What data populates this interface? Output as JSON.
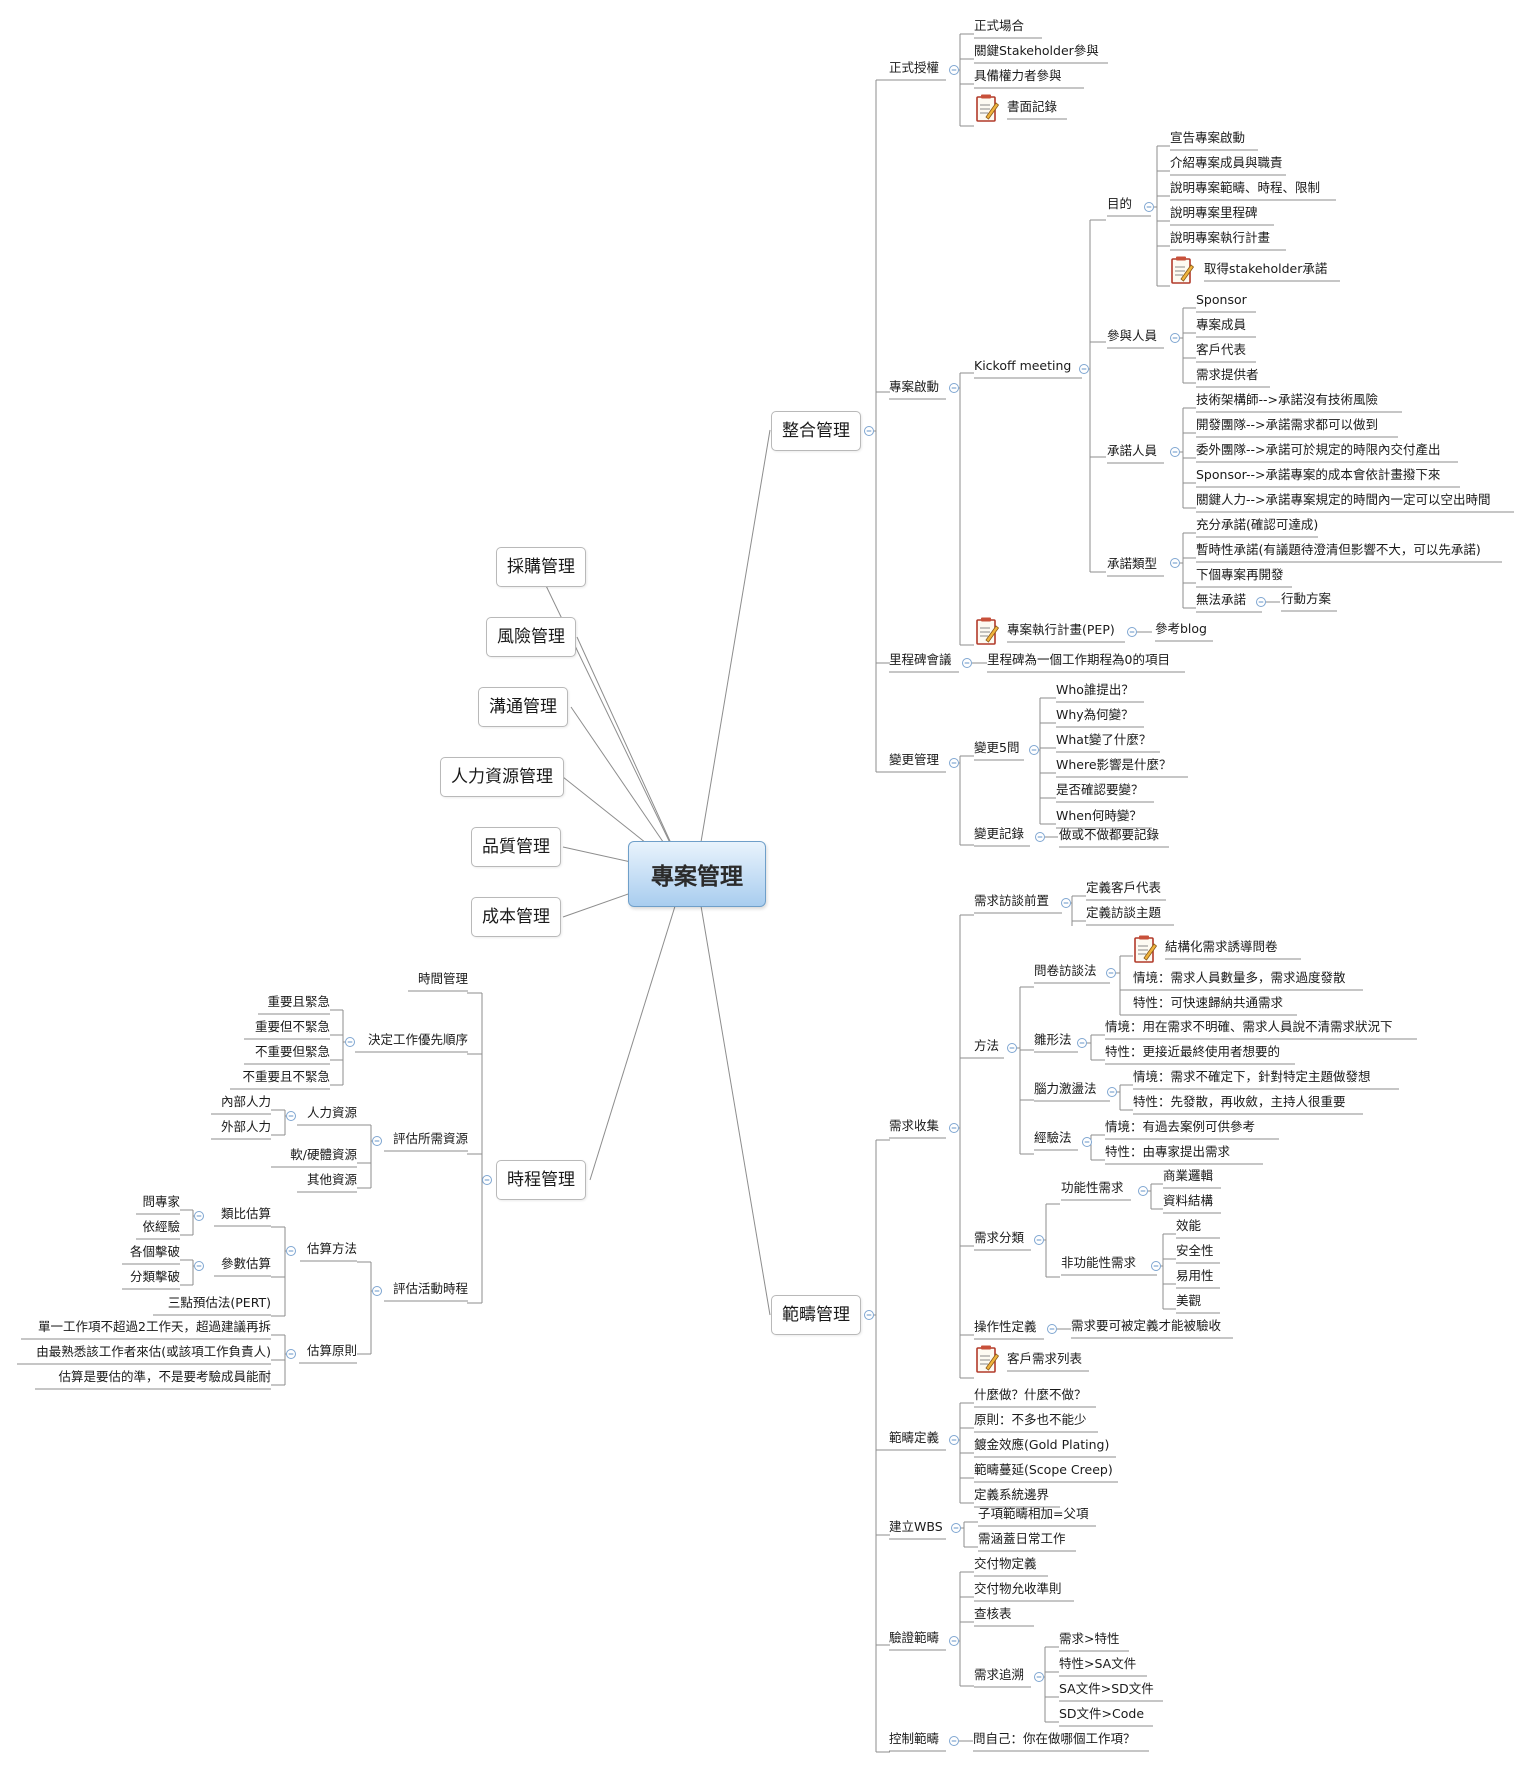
{
  "root": {
    "label": "專案管理"
  },
  "left_branches": [
    {
      "id": "procurement",
      "label": "採購管理"
    },
    {
      "id": "risk",
      "label": "風險管理"
    },
    {
      "id": "communication",
      "label": "溝通管理"
    },
    {
      "id": "hr",
      "label": "人力資源管理"
    },
    {
      "id": "quality",
      "label": "品質管理"
    },
    {
      "id": "cost",
      "label": "成本管理"
    },
    {
      "id": "schedule",
      "label": "時程管理"
    }
  ],
  "integration": {
    "label": "整合管理",
    "formal_auth": {
      "label": "正式授權",
      "items": [
        "正式場合",
        "關鍵Stakeholder參與",
        "具備權力者參與",
        "書面記錄"
      ]
    },
    "kickoff": {
      "label": "專案啟動",
      "meeting": "Kickoff meeting",
      "purpose": {
        "label": "目的",
        "items": [
          "宣告專案啟動",
          "介紹專案成員與職責",
          "說明專案範疇、時程、限制",
          "說明專案里程碑",
          "說明專案執行計畫",
          "取得stakeholder承諾"
        ]
      },
      "participants": {
        "label": "參與人員",
        "items": [
          "Sponsor",
          "專案成員",
          "客戶代表",
          "需求提供者"
        ]
      },
      "commit_people": {
        "label": "承諾人員",
        "items": [
          "技術架構師-->承諾沒有技術風險",
          "開發團隊-->承諾需求都可以做到",
          "委外團隊-->承諾可於規定的時限內交付產出",
          "Sponsor-->承諾專案的成本會依計畫撥下來",
          "關鍵人力-->承諾專案規定的時間內一定可以空出時間"
        ]
      },
      "commit_types": {
        "label": "承諾類型",
        "items": [
          "充分承諾(確認可達成)",
          "暫時性承諾(有議題待澄清但影響不大，可以先承諾)",
          "下個專案再開發",
          "無法承諾"
        ],
        "action": "行動方案"
      },
      "pep": "專案執行計畫(PEP)",
      "pep_ref": "參考blog"
    },
    "milestone": {
      "label": "里程碑會議",
      "item": "里程碑為一個工作期程為0的項目"
    },
    "change": {
      "label": "變更管理",
      "five_q": {
        "label": "變更5問",
        "items": [
          "Who誰提出？",
          "Why為何變？",
          "What變了什麼？",
          "Where影響是什麼？",
          "是否確認要變？",
          "When何時變？"
        ]
      },
      "record": {
        "label": "變更記錄",
        "item": "做或不做都要記錄"
      }
    }
  },
  "scope": {
    "label": "範疇管理",
    "collect": {
      "label": "需求收集",
      "prep": {
        "label": "需求訪談前置",
        "items": [
          "定義客戶代表",
          "定義訪談主題"
        ]
      },
      "methods": {
        "label": "方法",
        "questionnaire": {
          "label": "問卷訪談法",
          "items": [
            "結構化需求誘導問卷",
            "情境：需求人員數量多，需求過度發散",
            "特性：可快速歸納共通需求"
          ]
        },
        "prototype": {
          "label": "雛形法",
          "items": [
            "情境：用在需求不明確、需求人員說不清需求狀況下",
            "特性：更接近最終使用者想要的"
          ]
        },
        "brainstorm": {
          "label": "腦力激盪法",
          "items": [
            "情境：需求不確定下，針對特定主題做發想",
            "特性：先發散，再收斂，主持人很重要"
          ]
        },
        "experience": {
          "label": "經驗法",
          "items": [
            "情境：有過去案例可供參考",
            "特性：由專家提出需求"
          ]
        }
      },
      "classify": {
        "label": "需求分類",
        "functional": {
          "label": "功能性需求",
          "items": [
            "商業邏輯",
            "資料結構"
          ]
        },
        "nonfunctional": {
          "label": "非功能性需求",
          "items": [
            "效能",
            "安全性",
            "易用性",
            "美觀"
          ]
        }
      },
      "operational": {
        "label": "操作性定義",
        "item": "需求要可被定義才能被驗收"
      },
      "customer_list": "客戶需求列表"
    },
    "definition": {
      "label": "範疇定義",
      "items": [
        "什麼做？什麼不做？",
        "原則：不多也不能少",
        "鍍金效應(Gold Plating)",
        "範疇蔓延(Scope Creep)",
        "定義系統邊界"
      ]
    },
    "wbs": {
      "label": "建立WBS",
      "items": [
        "子項範疇相加=父項",
        "需涵蓋日常工作"
      ]
    },
    "verify": {
      "label": "驗證範疇",
      "items": [
        "交付物定義",
        "交付物允收準則",
        "查核表"
      ],
      "trace": {
        "label": "需求追溯",
        "items": [
          "需求>特性",
          "特性>SA文件",
          "SA文件>SD文件",
          "SD文件>Code"
        ]
      }
    },
    "control": {
      "label": "控制範疇",
      "item": "問自己：你在做哪個工作項？"
    }
  },
  "schedule": {
    "time_mgmt": "時間管理",
    "priority": {
      "label": "決定工作優先順序",
      "items": [
        "重要且緊急",
        "重要但不緊急",
        "不重要但緊急",
        "不重要且不緊急"
      ]
    },
    "resources": {
      "label": "評估所需資源",
      "human": {
        "label": "人力資源",
        "items": [
          "內部人力",
          "外部人力"
        ]
      },
      "items": [
        "軟/硬體資源",
        "其他資源"
      ]
    },
    "duration": {
      "label": "評估活動時程",
      "methods": {
        "label": "估算方法",
        "analogy": {
          "label": "類比估算",
          "items": [
            "問專家",
            "依經驗"
          ]
        },
        "parametric": {
          "label": "參數估算",
          "items": [
            "各個擊破",
            "分類擊破"
          ]
        },
        "pert": "三點預估法(PERT)"
      },
      "principles": {
        "label": "估算原則",
        "items": [
          "單一工作項不超過2工作天，超過建議再拆",
          "由最熟悉該工作者來估(或該項工作負責人)",
          "估算是要估的準，不是要考驗成員能耐"
        ]
      }
    }
  },
  "colors": {
    "line": "#8d8d8d",
    "toggle": "#7fa6d1",
    "root_top": "#e9f3fc",
    "root_bottom": "#a9cdef"
  }
}
